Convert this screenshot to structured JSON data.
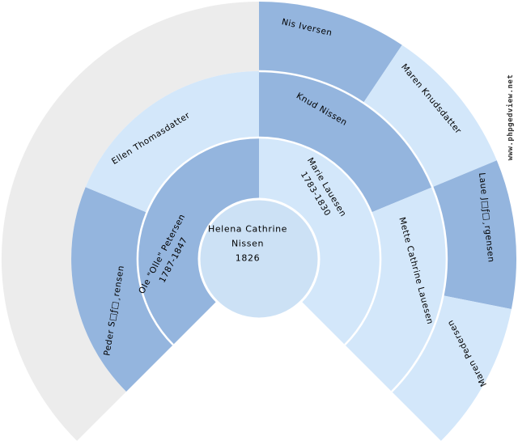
{
  "colors": {
    "male": "#94b5de",
    "female": "#d3e7fa",
    "center": "#cce1f5",
    "empty": "#ececec",
    "separator": "#ffffff",
    "text": "#000000",
    "watermark": "#333333"
  },
  "watermark": {
    "text": "www.phpgedview.net"
  },
  "chart_data": {
    "type": "fan",
    "generations": 4,
    "fan_degrees": 270,
    "root": {
      "name_line1": "Helena Cathrine",
      "name_line2": "Nissen",
      "years": "1826"
    },
    "father": {
      "name": "Ole \"Olle\" Petersen",
      "years": "1787-1847"
    },
    "mother": {
      "name": "Marie Lauesen",
      "years": "1783-1830"
    },
    "paternal_grandfather": {
      "name": "Peder S□ƒ□¸rensen"
    },
    "paternal_grandmother": {
      "name": "Ellen Thomasdatter"
    },
    "maternal_grandfather": {
      "name": "Knud Nissen"
    },
    "maternal_grandmother": {
      "name": "Mette Cathrine Lauesen"
    },
    "maternal_grandfathers_father": {
      "name": "Nis Iversen"
    },
    "maternal_grandfathers_mother": {
      "name": "Maren Knudsdatter"
    },
    "maternal_grandmothers_father": {
      "name": "Laue J□ƒ□¸rgensen"
    },
    "maternal_grandmothers_mother": {
      "name": "Maren Pedersen"
    },
    "paternal_great_grandparents": {
      "status": "empty"
    }
  }
}
